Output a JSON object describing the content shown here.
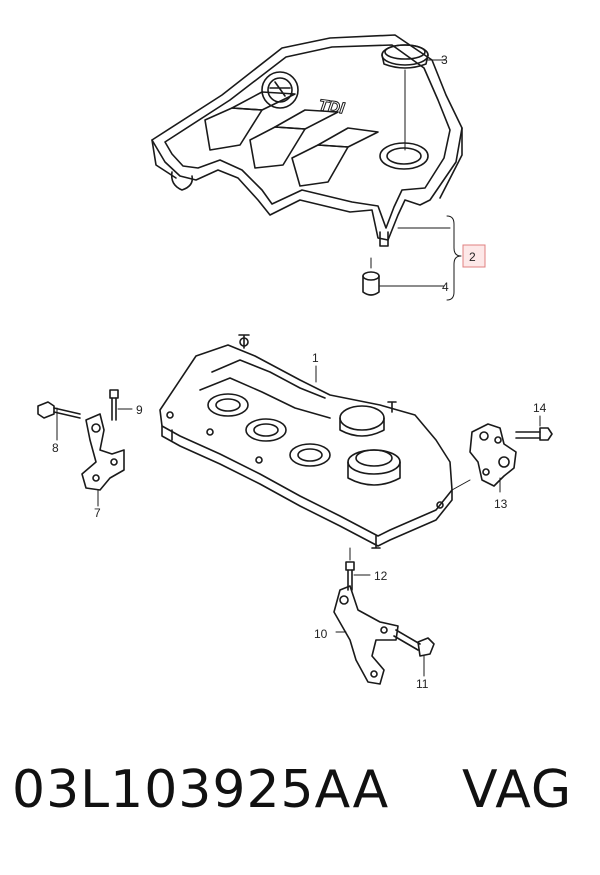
{
  "cover": {
    "badge_text": "TDI"
  },
  "callouts": [
    {
      "id": "label-1",
      "text": "1"
    },
    {
      "id": "label-2",
      "text": "2"
    },
    {
      "id": "label-3",
      "text": "3"
    },
    {
      "id": "label-4",
      "text": "4"
    },
    {
      "id": "label-7",
      "text": "7"
    },
    {
      "id": "label-8",
      "text": "8"
    },
    {
      "id": "label-9",
      "text": "9"
    },
    {
      "id": "label-10",
      "text": "10"
    },
    {
      "id": "label-11",
      "text": "11"
    },
    {
      "id": "label-12",
      "text": "12"
    },
    {
      "id": "label-13",
      "text": "13"
    },
    {
      "id": "label-14",
      "text": "14"
    }
  ],
  "footer": {
    "part_number": "03L103925AA",
    "brand": "VAG"
  },
  "colors": {
    "line": "#1a1a1a",
    "highlight_border": "#e08080",
    "highlight_fill": "#fde8e8"
  }
}
